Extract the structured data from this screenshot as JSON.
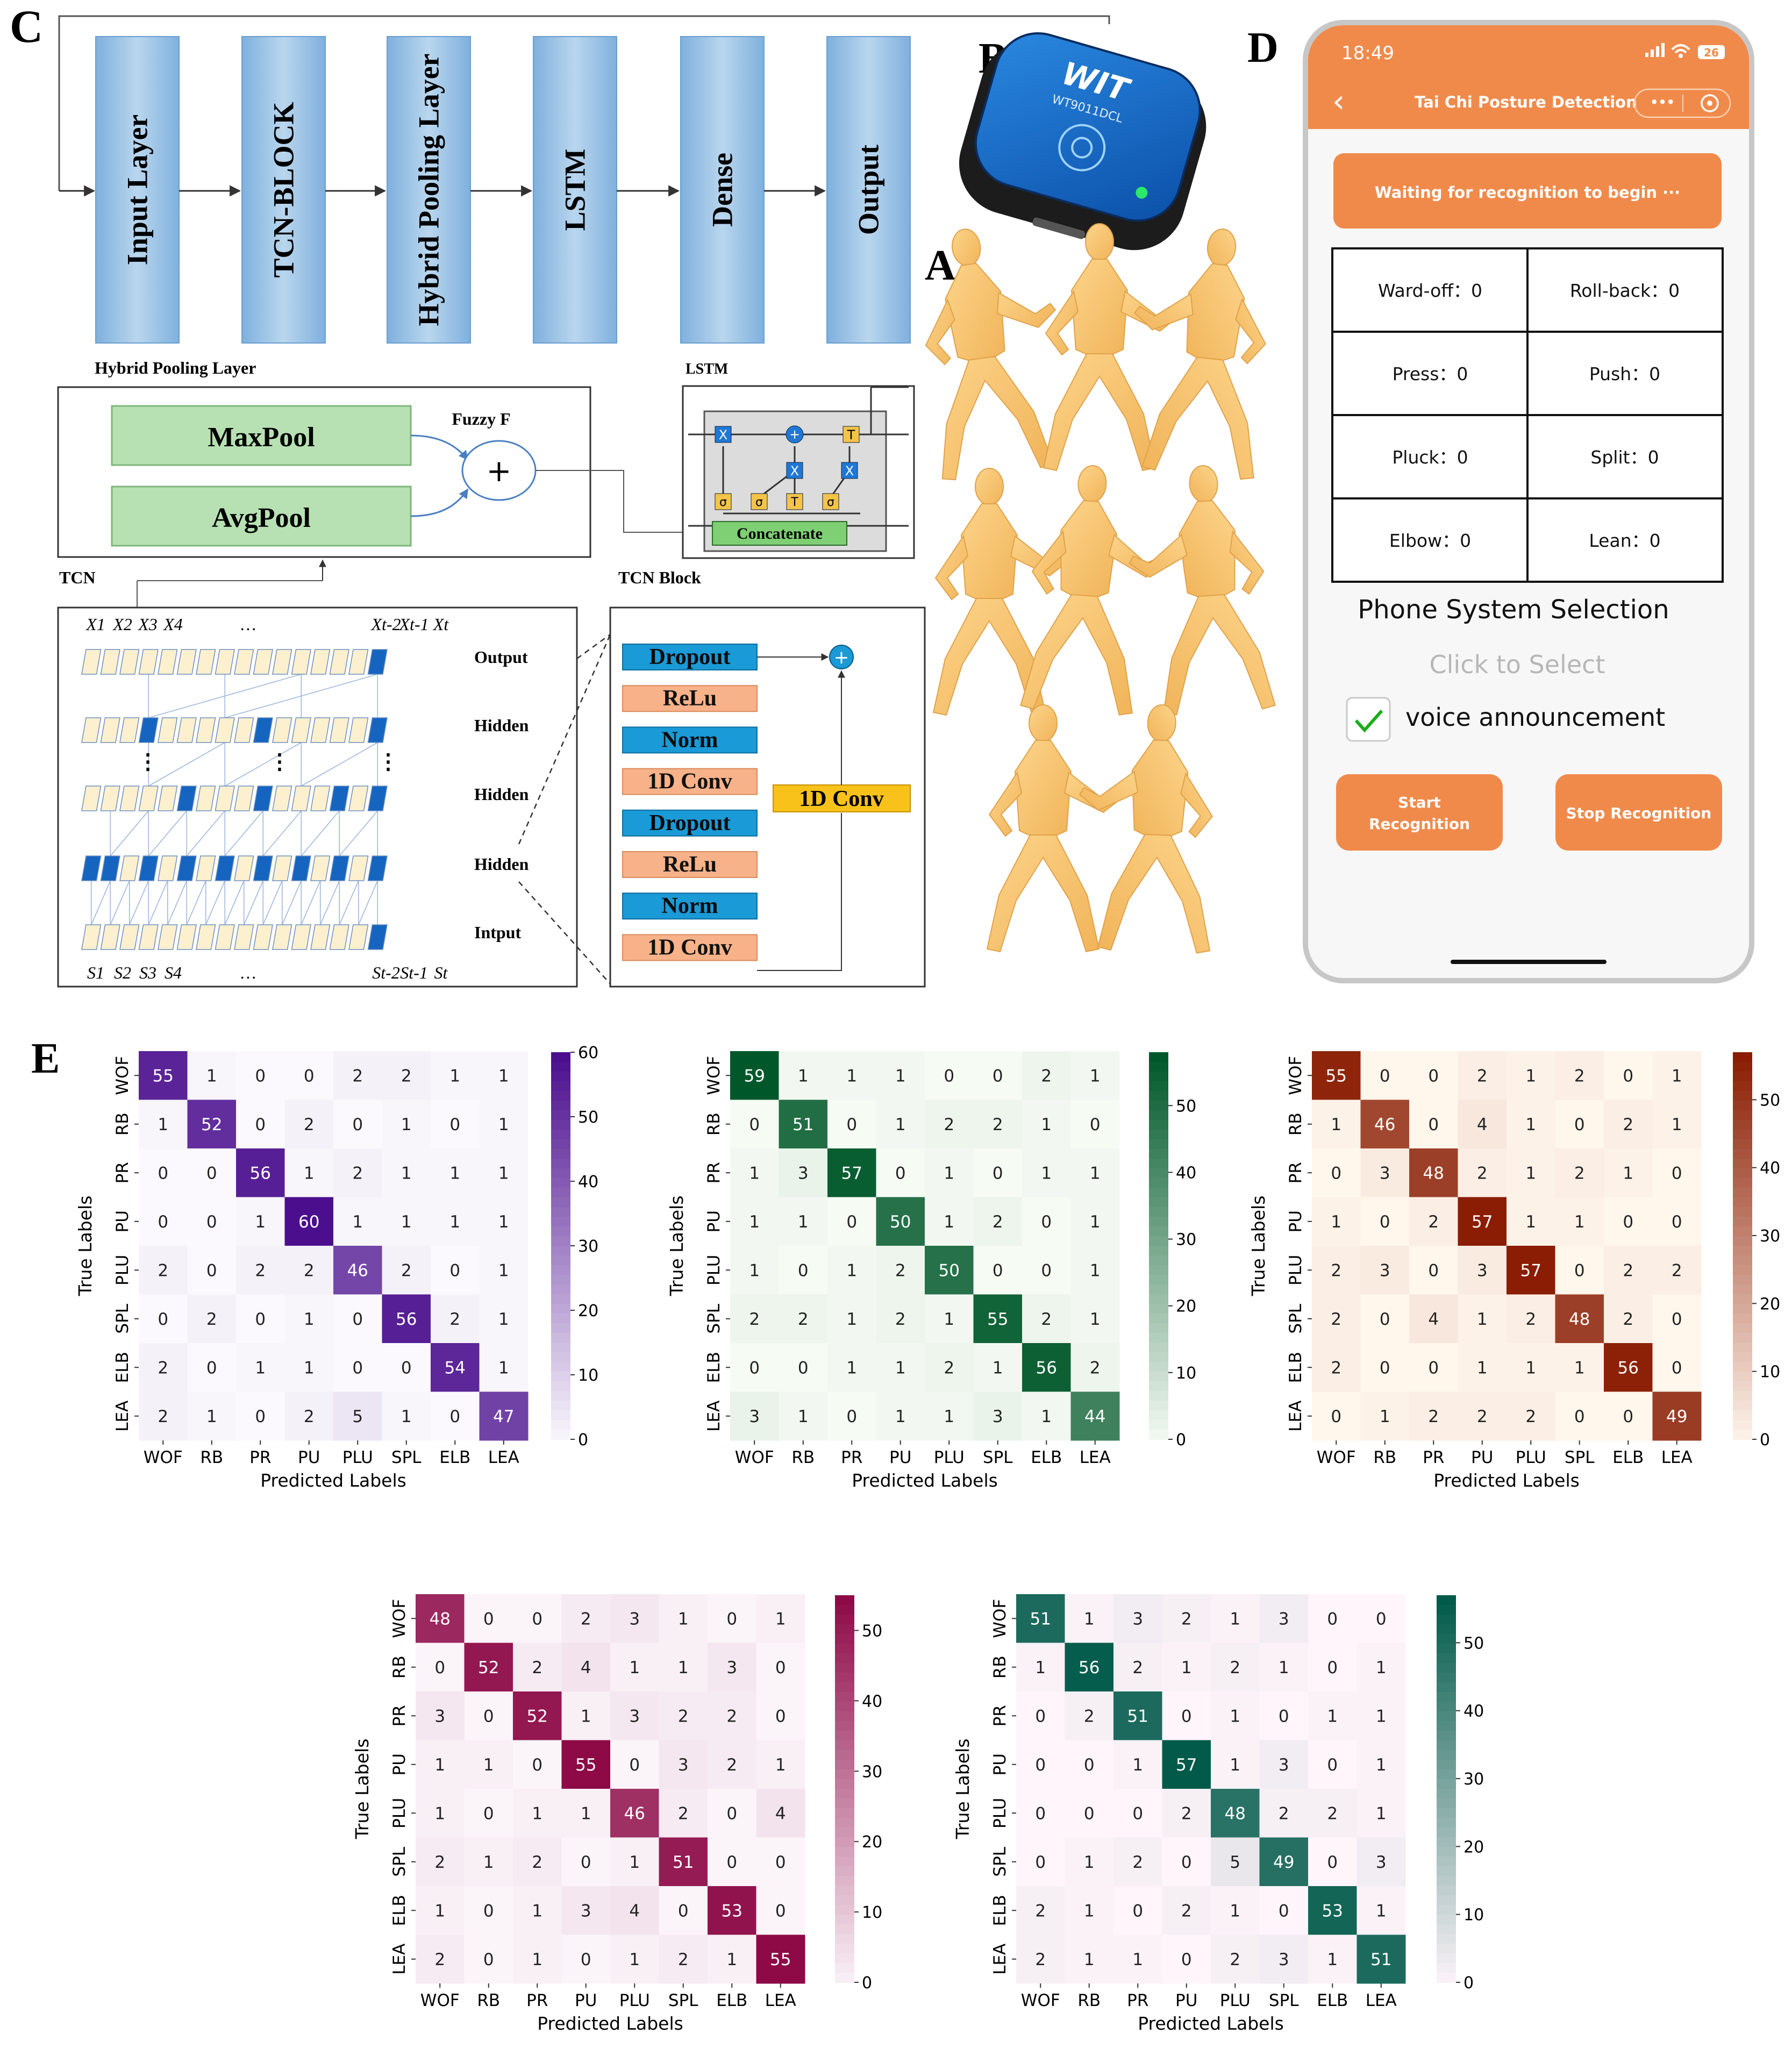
{
  "panel_labels": {
    "a": "A",
    "b": "B",
    "c": "C",
    "d": "D",
    "e": "E"
  },
  "pipeline": [
    "Input Layer",
    "TCN-BLOCK",
    "Hybrid Pooling Layer",
    "LSTM",
    "Dense",
    "Output"
  ],
  "hybrid_pool": {
    "title": "Hybrid Pooling Layer",
    "max": "MaxPool",
    "avg": "AvgPool",
    "fuzzy": "Fuzzy F",
    "plus": "+"
  },
  "lstm": {
    "title": "LSTM",
    "concat": "Concatenate",
    "x": "X",
    "t": "T",
    "sigma": "σ",
    "plus": "+"
  },
  "tcn": {
    "title": "TCN",
    "row_labels": [
      "Output",
      "Hidden",
      "Hidden",
      "Hidden",
      "Intput"
    ],
    "top_labels": [
      "X1",
      "X2",
      "X3",
      "X4",
      "…",
      "Xt-2",
      "Xt-1",
      "Xt"
    ],
    "bottom_labels": [
      "S1",
      "S2",
      "S3",
      "S4",
      "…",
      "St-2",
      "St-1",
      "St"
    ],
    "dots": "⋮"
  },
  "tcn_block": {
    "title": "TCN Block",
    "layers": [
      {
        "label": "Dropout",
        "color": "#1a9ad6"
      },
      {
        "label": "ReLu",
        "color": "#f8b28a"
      },
      {
        "label": "Norm",
        "color": "#1a9ad6"
      },
      {
        "label": "1D Conv",
        "color": "#f8b28a"
      },
      {
        "label": "Dropout",
        "color": "#1a9ad6"
      },
      {
        "label": "ReLu",
        "color": "#f8b28a"
      },
      {
        "label": "Norm",
        "color": "#1a9ad6"
      },
      {
        "label": "1D Conv",
        "color": "#f8b28a"
      }
    ],
    "skip_conv": "1D Conv",
    "plus": "+"
  },
  "device": {
    "brand": "WIT",
    "model": "WT9011DCL"
  },
  "phone": {
    "time": "18:49",
    "battery": "26",
    "title": "Tai Chi Posture Detection",
    "back": "‹",
    "more": "•••",
    "waiting": "Waiting for recognition to begin ···",
    "counts": [
      {
        "label": "Ward-off：0",
        "value": 0
      },
      {
        "label": "Roll-back：0",
        "value": 0
      },
      {
        "label": "Press：0",
        "value": 0
      },
      {
        "label": "Push：0",
        "value": 0
      },
      {
        "label": "Pluck：0",
        "value": 0
      },
      {
        "label": "Split：0",
        "value": 0
      },
      {
        "label": "Elbow：0",
        "value": 0
      },
      {
        "label": "Lean：0",
        "value": 0
      }
    ],
    "system_selection": "Phone System Selection",
    "click_to_select": "Click to Select",
    "voice": "voice announcement",
    "voice_checked": true,
    "start": [
      "Start",
      "Recognition"
    ],
    "stop": "Stop Recognition",
    "accent": "#f08a4b"
  },
  "chart_data": [
    {
      "type": "heatmap",
      "colormap": "purple",
      "categories": [
        "WOF",
        "RB",
        "PR",
        "PU",
        "PLU",
        "SPL",
        "ELB",
        "LEA"
      ],
      "xlabel": "Predicted Labels",
      "ylabel": "True Labels",
      "vmax": 60,
      "colorbar_ticks": [
        0,
        10,
        20,
        30,
        40,
        50,
        60
      ],
      "matrix": [
        [
          55,
          1,
          0,
          0,
          2,
          2,
          1,
          1
        ],
        [
          1,
          52,
          0,
          2,
          0,
          1,
          0,
          1
        ],
        [
          0,
          0,
          56,
          1,
          2,
          1,
          1,
          1
        ],
        [
          0,
          0,
          1,
          60,
          1,
          1,
          1,
          1
        ],
        [
          2,
          0,
          2,
          2,
          46,
          2,
          0,
          1
        ],
        [
          0,
          2,
          0,
          1,
          0,
          56,
          2,
          1
        ],
        [
          2,
          0,
          1,
          1,
          0,
          0,
          54,
          1
        ],
        [
          2,
          1,
          0,
          2,
          5,
          1,
          0,
          47
        ]
      ]
    },
    {
      "type": "heatmap",
      "colormap": "green",
      "categories": [
        "WOF",
        "RB",
        "PR",
        "PU",
        "PLU",
        "SPL",
        "ELB",
        "LEA"
      ],
      "xlabel": "Predicted Labels",
      "ylabel": "True Labels",
      "vmax": 59,
      "colorbar_ticks": [
        0,
        10,
        20,
        30,
        40,
        50
      ],
      "matrix": [
        [
          59,
          1,
          1,
          1,
          0,
          0,
          2,
          1
        ],
        [
          0,
          51,
          0,
          1,
          2,
          2,
          1,
          0
        ],
        [
          1,
          3,
          57,
          0,
          1,
          0,
          1,
          1
        ],
        [
          1,
          1,
          0,
          50,
          1,
          2,
          0,
          1
        ],
        [
          1,
          0,
          1,
          2,
          50,
          0,
          0,
          1
        ],
        [
          2,
          2,
          1,
          2,
          1,
          55,
          2,
          1
        ],
        [
          0,
          0,
          1,
          1,
          2,
          1,
          56,
          2
        ],
        [
          3,
          1,
          0,
          1,
          1,
          3,
          1,
          44
        ]
      ]
    },
    {
      "type": "heatmap",
      "colormap": "orange",
      "categories": [
        "WOF",
        "RB",
        "PR",
        "PU",
        "PLU",
        "SPL",
        "ELB",
        "LEA"
      ],
      "xlabel": "Predicted Labels",
      "ylabel": "True Labels",
      "vmax": 57,
      "colorbar_ticks": [
        0,
        10,
        20,
        30,
        40,
        50
      ],
      "matrix": [
        [
          55,
          0,
          0,
          2,
          1,
          2,
          0,
          1
        ],
        [
          1,
          46,
          0,
          4,
          1,
          0,
          2,
          1
        ],
        [
          0,
          3,
          48,
          2,
          1,
          2,
          1,
          0
        ],
        [
          1,
          0,
          2,
          57,
          1,
          1,
          0,
          0
        ],
        [
          2,
          3,
          0,
          3,
          57,
          0,
          2,
          2
        ],
        [
          2,
          0,
          4,
          1,
          2,
          48,
          2,
          0
        ],
        [
          2,
          0,
          0,
          1,
          1,
          1,
          56,
          0
        ],
        [
          0,
          1,
          2,
          2,
          2,
          0,
          0,
          49
        ]
      ]
    },
    {
      "type": "heatmap",
      "colormap": "pink",
      "categories": [
        "WOF",
        "RB",
        "PR",
        "PU",
        "PLU",
        "SPL",
        "ELB",
        "LEA"
      ],
      "xlabel": "Predicted Labels",
      "ylabel": "True Labels",
      "vmax": 55,
      "colorbar_ticks": [
        0,
        10,
        20,
        30,
        40,
        50
      ],
      "matrix": [
        [
          48,
          0,
          0,
          2,
          3,
          1,
          0,
          1
        ],
        [
          0,
          52,
          2,
          4,
          1,
          1,
          3,
          0
        ],
        [
          3,
          0,
          52,
          1,
          3,
          2,
          2,
          0
        ],
        [
          1,
          1,
          0,
          55,
          0,
          3,
          2,
          1
        ],
        [
          1,
          0,
          1,
          1,
          46,
          2,
          0,
          4
        ],
        [
          2,
          1,
          2,
          0,
          1,
          51,
          0,
          0
        ],
        [
          1,
          0,
          1,
          3,
          4,
          0,
          53,
          0
        ],
        [
          2,
          0,
          1,
          0,
          1,
          2,
          1,
          55
        ]
      ]
    },
    {
      "type": "heatmap",
      "colormap": "teal",
      "categories": [
        "WOF",
        "RB",
        "PR",
        "PU",
        "PLU",
        "SPL",
        "ELB",
        "LEA"
      ],
      "xlabel": "Predicted Labels",
      "ylabel": "True Labels",
      "vmax": 57,
      "colorbar_ticks": [
        0,
        10,
        20,
        30,
        40,
        50
      ],
      "matrix": [
        [
          51,
          1,
          3,
          2,
          1,
          3,
          0,
          0
        ],
        [
          1,
          56,
          2,
          1,
          2,
          1,
          0,
          1
        ],
        [
          0,
          2,
          51,
          0,
          1,
          0,
          1,
          1
        ],
        [
          0,
          0,
          1,
          57,
          1,
          3,
          0,
          1
        ],
        [
          0,
          0,
          0,
          2,
          48,
          2,
          2,
          1
        ],
        [
          0,
          1,
          2,
          0,
          5,
          49,
          0,
          3
        ],
        [
          2,
          1,
          0,
          2,
          1,
          0,
          53,
          1
        ],
        [
          2,
          1,
          1,
          0,
          2,
          3,
          1,
          51
        ]
      ]
    }
  ]
}
